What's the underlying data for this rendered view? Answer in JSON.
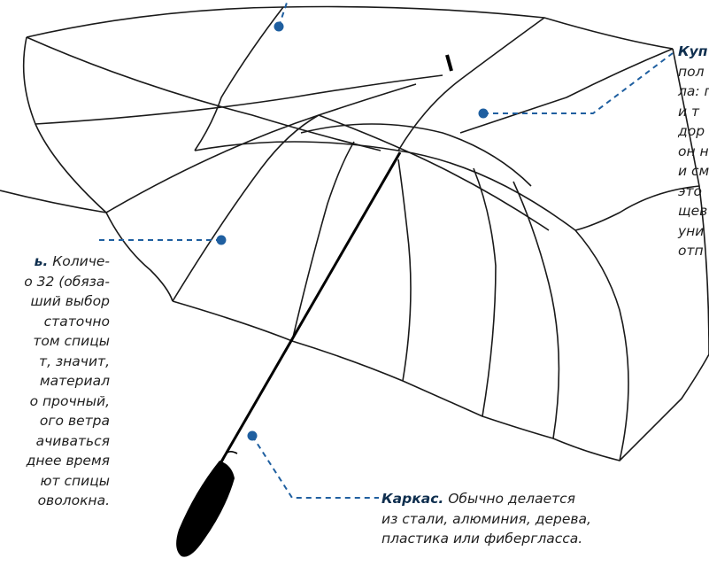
{
  "callouts": {
    "left": {
      "term": "ь.",
      "lines": [
        "Количе-",
        "о 32 (обяза-",
        "ший выбор",
        "статочно",
        "том спицы",
        "т, значит,",
        "материал",
        "о прочный,",
        "ого ветра",
        "ачиваться",
        "днее время",
        "ют спицы",
        "оволокна."
      ]
    },
    "right": {
      "term": "Куп",
      "lines": [
        "пол",
        "ла: п",
        "и т",
        "дор",
        "он н",
        "и см",
        "это",
        "щев",
        "уни",
        "отп"
      ]
    },
    "bottom": {
      "term": "Каркас.",
      "lines": [
        "Обычно делается",
        "из стали, алюминия, дерева,",
        "пластика или фибергласса."
      ]
    }
  },
  "colors": {
    "accent": "#1f5fa0",
    "outline": "#1a1a1a",
    "handle": "#000000"
  }
}
